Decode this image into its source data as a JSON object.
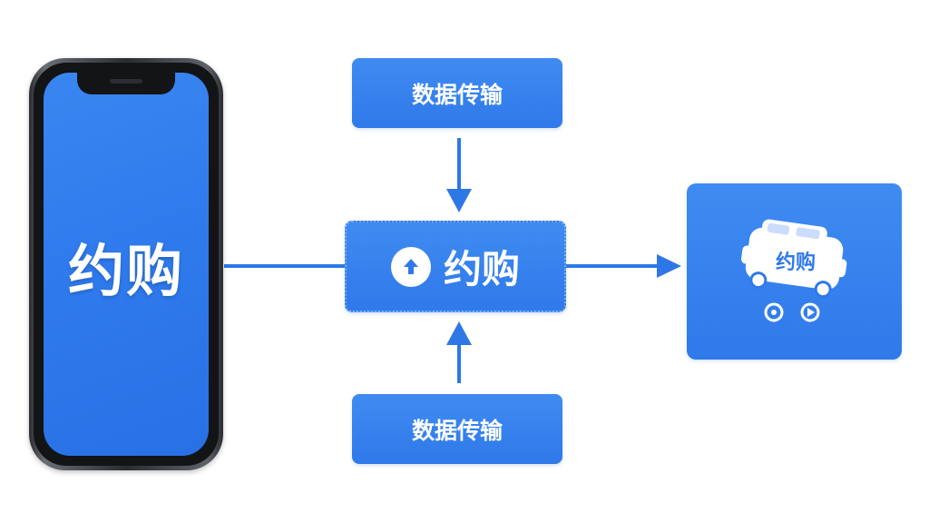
{
  "phone": {
    "logo_text": "约购"
  },
  "top_box": {
    "label": "数据传输"
  },
  "center_box": {
    "icon": "arrow-up-circle-icon",
    "label": "约购"
  },
  "bottom_box": {
    "label": "数据传输"
  },
  "right_box": {
    "icon": "shopping-cart-icon",
    "cart_label": "约购"
  },
  "colors": {
    "primary_blue": "#2f79ea",
    "arrow_blue": "#2d78e6",
    "white": "#ffffff"
  }
}
